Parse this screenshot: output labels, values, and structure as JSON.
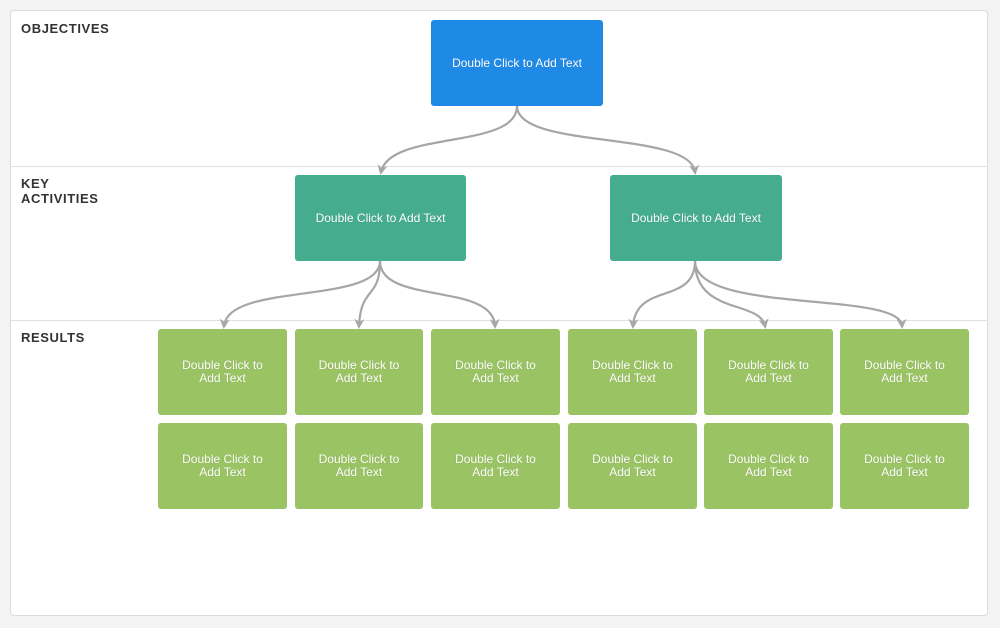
{
  "rows": {
    "objectives_label": "OBJECTIVES",
    "activities_label": "KEY\nACTIVITIES",
    "results_label": "RESULTS"
  },
  "nodes": {
    "objective": "Double Click to Add Text",
    "activity_1": "Double Click to Add Text",
    "activity_2": "Double Click to Add Text",
    "results": [
      "Double Click to Add Text",
      "Double Click to Add Text",
      "Double Click to Add Text",
      "Double Click to Add Text",
      "Double Click to Add Text",
      "Double Click to Add Text",
      "Double Click to Add Text",
      "Double Click to Add Text",
      "Double Click to Add Text",
      "Double Click to Add Text",
      "Double Click to Add Text",
      "Double Click to Add Text"
    ]
  },
  "colors": {
    "objective": "#1e8ae6",
    "activity": "#45ac8d",
    "result": "#9ac363",
    "connector": "#a6a6a6"
  }
}
